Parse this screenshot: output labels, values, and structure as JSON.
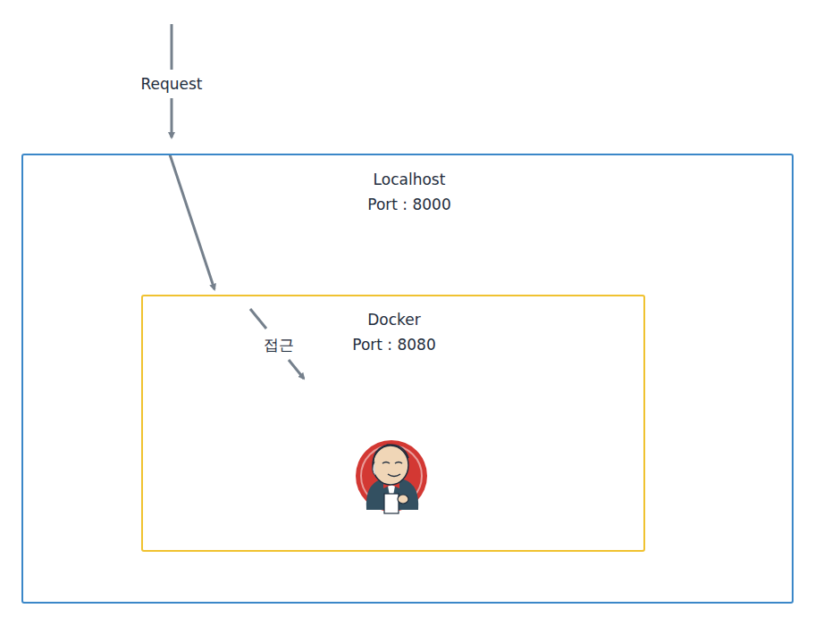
{
  "diagram": {
    "nodes": [
      {
        "text": [
          "Localhost",
          "Port : 8000"
        ]
      },
      {
        "text": [
          "Docker",
          "Port : 8080"
        ],
        "in": 0
      }
    ],
    "edges": [
      {
        "from": 0,
        "to": 1,
        "arrow": "to"
      }
    ],
    "labels": [
      "Request",
      "접근"
    ]
  }
}
